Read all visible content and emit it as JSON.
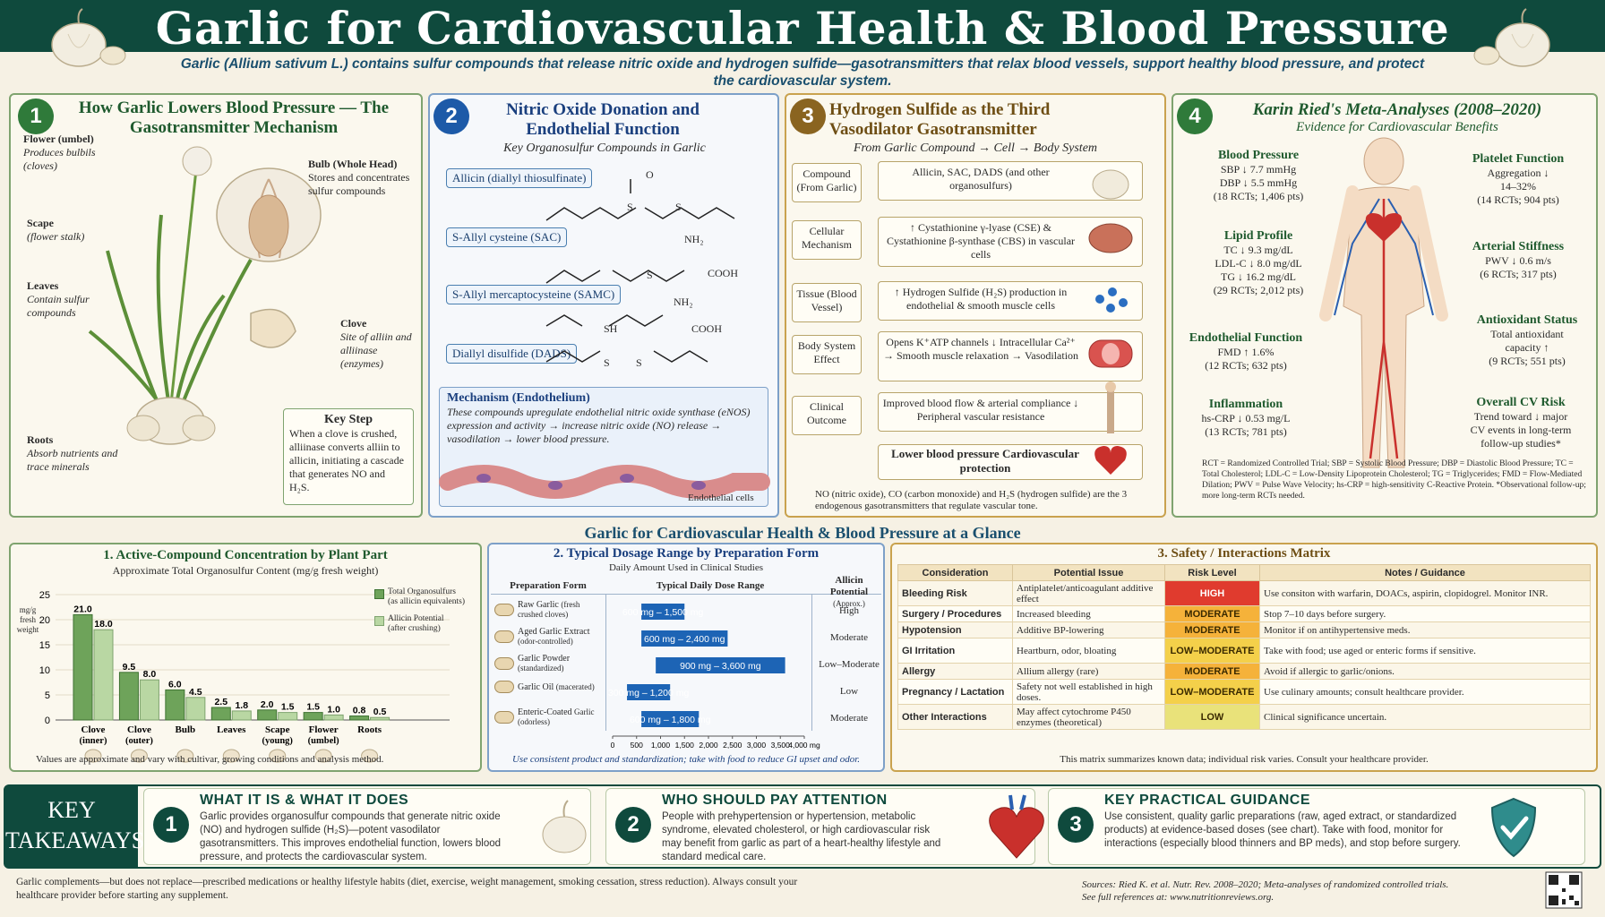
{
  "header": {
    "title": "Garlic for Cardiovascular Health & Blood Pressure",
    "subtitle": "Garlic (Allium sativum L.) contains sulfur compounds that release nitric oxide and hydrogen sulfide—gasotransmitters that relax blood vessels, support healthy blood pressure, and protect the cardiovascular system."
  },
  "panel1": {
    "num": "1",
    "title": "How Garlic Lowers Blood Pressure — The Gasotransmitter Mechanism",
    "labels": {
      "flower_t": "Flower (umbel)",
      "flower_d": "Produces bulbils (cloves)",
      "scape_t": "Scape",
      "scape_d": "(flower stalk)",
      "leaves_t": "Leaves",
      "leaves_d": "Contain sulfur compounds",
      "roots_t": "Roots",
      "roots_d": "Absorb nutrients and trace minerals",
      "bulb_t": "Bulb (Whole Head)",
      "bulb_d": "Stores and concentrates sulfur compounds",
      "clove_t": "Clove",
      "clove_d": "Site of alliin and alliinase (enzymes)"
    },
    "keystep_t": "Key Step",
    "keystep_d": "When a clove is crushed, alliinase converts alliin to allicin, initiating a cascade that generates NO and H₂S."
  },
  "panel2": {
    "num": "2",
    "title": "Nitric Oxide Donation and Endothelial Function",
    "subtitle": "Key Organosulfur Compounds in Garlic",
    "compounds": [
      "Allicin (diallyl thiosulfinate)",
      "S-Allyl cysteine (SAC)",
      "S-Allyl mercaptocysteine (SAMC)",
      "Diallyl disulfide (DADS)"
    ],
    "mech_t": "Mechanism (Endothelium)",
    "mech_d": "These compounds upregulate endothelial nitric oxide synthase (eNOS) expression and activity → increase nitric oxide (NO) release → vasodilation → lower blood pressure.",
    "cells": "Endothelial cells",
    "chem": {
      "s": "S",
      "o": "O",
      "nh2": "NH₂",
      "cooh": "COOH",
      "sh": "SH"
    }
  },
  "panel3": {
    "num": "3",
    "title": "Hydrogen Sulfide as the Third Vasodilator Gasotransmitter",
    "subtitle": "From Garlic Compound → Cell → Body System",
    "left": [
      "Compound (From Garlic)",
      "Cellular Mechanism",
      "Tissue (Blood Vessel)",
      "Body System Effect",
      "Clinical Outcome"
    ],
    "right": [
      "Allicin, SAC, DADS (and other organosulfurs)",
      "↑ Cystathionine γ-lyase (CSE) & Cystathionine β-synthase (CBS) in vascular cells",
      "↑ Hydrogen Sulfide (H₂S) production in endothelial & smooth muscle cells",
      "Opens K⁺ATP channels ↓ Intracellular Ca²⁺ → Smooth muscle relaxation → Vasodilation",
      "Improved blood flow & arterial compliance ↓ Peripheral vascular resistance",
      "Lower blood pressure Cardiovascular protection"
    ],
    "note": "NO (nitric oxide), CO (carbon monoxide) and H₂S (hydrogen sulfide) are the 3 endogenous gasotransmitters that regulate vascular tone."
  },
  "panel4": {
    "num": "4",
    "title": "Karin Ried's Meta-Analyses (2008–2020)",
    "subtitle": "Evidence for Cardiovascular Benefits",
    "left": [
      {
        "t": "Blood Pressure",
        "d": "SBP ↓ 7.7 mmHg\nDBP ↓ 5.5 mmHg\n(18 RCTs; 1,406 pts)"
      },
      {
        "t": "Lipid Profile",
        "d": "TC ↓ 9.3 mg/dL\nLDL-C ↓ 8.0 mg/dL\nTG ↓ 16.2 mg/dL\n(29 RCTs; 2,012 pts)"
      },
      {
        "t": "Endothelial Function",
        "d": "FMD ↑ 1.6%\n(12 RCTs; 632 pts)"
      },
      {
        "t": "Inflammation",
        "d": "hs-CRP ↓ 0.53 mg/L\n(13 RCTs; 781 pts)"
      }
    ],
    "right": [
      {
        "t": "Platelet Function",
        "d": "Aggregation ↓\n14–32%\n(14 RCTs; 904 pts)"
      },
      {
        "t": "Arterial Stiffness",
        "d": "PWV ↓ 0.6 m/s\n(6 RCTs; 317 pts)"
      },
      {
        "t": "Antioxidant Status",
        "d": "Total antioxidant\ncapacity ↑\n(9 RCTs; 551 pts)"
      },
      {
        "t": "Overall CV Risk",
        "d": "Trend toward ↓ major\nCV events in long-term\nfollow-up studies*"
      }
    ],
    "abbrev": "RCT = Randomized Controlled Trial; SBP = Systolic Blood Pressure; DBP = Diastolic Blood Pressure; TC = Total Cholesterol; LDL-C = Low-Density Lipoprotein Cholesterol; TG = Triglycerides; FMD = Flow-Mediated Dilation; PWV = Pulse Wave Velocity; hs-CRP = high-sensitivity C-Reactive Protein. *Observational follow-up; more long-term RCTs needed."
  },
  "glance_title": "Garlic for Cardiovascular Health & Blood Pressure at a Glance",
  "chart1": {
    "title": "1. Active-Compound Concentration by Plant Part",
    "subtitle": "Approximate Total Organosulfur Content (mg/g fresh weight)",
    "ylabel": "mg/g fresh weight",
    "footnote": "Values are approximate and vary with cultivar, growing conditions and analysis method.",
    "legend1": "Total Organosulfurs",
    "legend1b": "(as allicin equivalents)",
    "legend2": "Allicin Potential",
    "legend2b": "(after crushing)"
  },
  "chart2": {
    "title": "2. Typical Dosage Range by Preparation Form",
    "subtitle": "Daily Amount Used in Clinical Studies",
    "col1": "Preparation Form",
    "col2": "Typical Daily Dose Range",
    "col3": "Allicin Potential",
    "col3b": "(Approx.)",
    "rows": [
      {
        "name": "Raw Garlic",
        "sub": "(fresh crushed cloves)",
        "lo": "600 mg",
        "hi": "1,500 mg",
        "pot": "High"
      },
      {
        "name": "Aged Garlic Extract",
        "sub": "(odor-controlled)",
        "lo": "600 mg",
        "hi": "2,400 mg",
        "pot": "Moderate"
      },
      {
        "name": "Garlic Powder",
        "sub": "(standardized)",
        "lo": "900 mg",
        "hi": "3,600 mg",
        "pot": "Low–Moderate"
      },
      {
        "name": "Garlic Oil",
        "sub": "(macerated)",
        "lo": "300 mg",
        "hi": "1,200 mg",
        "pot": "Low"
      },
      {
        "name": "Enteric-Coated",
        "sub": "Garlic (odorless)",
        "lo": "600 mg",
        "hi": "1,800 mg",
        "pot": "Moderate"
      }
    ],
    "footnote": "Use consistent product and standardization; take with food to reduce GI upset and odor."
  },
  "table3": {
    "title": "3. Safety / Interactions Matrix",
    "headers": [
      "Consideration",
      "Potential Issue",
      "Risk Level",
      "Notes / Guidance"
    ],
    "rows": [
      {
        "c": "Bleeding Risk",
        "i": "Antiplatelet/anticoagulant additive effect",
        "r": "HIGH",
        "n": "Use consiton with warfarin, DOACs, aspirin, clopidogrel. Monitor INR."
      },
      {
        "c": "Surgery / Procedures",
        "i": "Increased bleeding",
        "r": "MODERATE",
        "n": "Stop 7–10 days before surgery."
      },
      {
        "c": "Hypotension",
        "i": "Additive BP-lowering",
        "r": "MODERATE",
        "n": "Monitor if on antihypertensive meds."
      },
      {
        "c": "GI Irritation",
        "i": "Heartburn, odor, bloating",
        "r": "LOW–MODERATE",
        "n": "Take with food; use aged or enteric forms if sensitive."
      },
      {
        "c": "Allergy",
        "i": "Allium allergy (rare)",
        "r": "MODERATE",
        "n": "Avoid if allergic to garlic/onions."
      },
      {
        "c": "Pregnancy / Lactation",
        "i": "Safety not well established in high doses.",
        "r": "LOW–MODERATE",
        "n": "Use culinary amounts; consult healthcare provider."
      },
      {
        "c": "Other Interactions",
        "i": "May affect cytochrome P450 enzymes (theoretical)",
        "r": "LOW",
        "n": "Clinical significance uncertain."
      }
    ],
    "footnote": "This matrix summarizes known data; individual risk varies. Consult your healthcare provider."
  },
  "takeaways": {
    "label1": "KEY",
    "label2": "TAKEAWAYS",
    "items": [
      {
        "num": "1",
        "t": "WHAT IT IS & WHAT IT DOES",
        "d": "Garlic provides organosulfur compounds that generate nitric oxide (NO) and hydrogen sulfide (H₂S)—potent vasodilator gasotransmitters. This improves endothelial function, lowers blood pressure, and protects the cardiovascular system."
      },
      {
        "num": "2",
        "t": "WHO SHOULD PAY ATTENTION",
        "d": "People with prehypertension or hypertension, metabolic syndrome, elevated cholesterol, or high cardiovascular risk may benefit from garlic as part of a heart-healthy lifestyle and standard medical care."
      },
      {
        "num": "3",
        "t": "KEY PRACTICAL GUIDANCE",
        "d": "Use consistent, quality garlic preparations (raw, aged extract, or standardized products) at evidence-based doses (see chart). Take with food, monitor for interactions (especially blood thinners and BP meds), and stop before surgery."
      }
    ]
  },
  "footer": {
    "disclaimer": "Garlic complements—but does not replace—prescribed medications or healthy lifestyle habits (diet, exercise, weight management, smoking cessation, stress reduction). Always consult your healthcare provider before starting any supplement.",
    "sources": "Sources: Ried K. et al. Nutr. Rev. 2008–2020; Meta-analyses of randomized controlled trials.",
    "refs": "See full references at: www.nutritionreviews.org."
  },
  "colors": {
    "header": "#0f4a3d",
    "bar_total": "#6ea35a",
    "bar_allicin": "#b9d7a3",
    "dose_bar": "#1d64b5",
    "high": "#e03b2e",
    "moderate": "#f5b23a",
    "lowmod": "#f4d04a",
    "low": "#e9e27a"
  },
  "chart_data": [
    {
      "type": "bar",
      "title": "1. Active-Compound Concentration by Plant Part",
      "subtitle": "Approximate Total Organosulfur Content (mg/g fresh weight)",
      "ylabel": "mg/g fresh weight",
      "categories": [
        "Clove (inner)",
        "Clove (outer)",
        "Bulb",
        "Leaves",
        "Scape (young)",
        "Flower (umbel)",
        "Roots"
      ],
      "series": [
        {
          "name": "Total Organosulfurs (as allicin equivalents)",
          "values": [
            21.0,
            9.5,
            6.0,
            2.5,
            2.0,
            1.5,
            0.8
          ]
        },
        {
          "name": "Allicin Potential (after crushing)",
          "values": [
            18.0,
            8.0,
            4.5,
            1.8,
            1.5,
            1.0,
            0.5
          ]
        }
      ],
      "ylim": [
        0,
        25
      ],
      "yticks": [
        0,
        5,
        10,
        15,
        20,
        25
      ],
      "labels_total": [
        "21.0",
        "9.5",
        "6.0",
        "2.5",
        "2.0",
        "1.5",
        "0.8"
      ],
      "labels_allicin": [
        "18.0",
        "8.0",
        "4.5",
        "1.8",
        "1.5",
        "1.0",
        "0.5"
      ]
    },
    {
      "type": "bar",
      "orientation": "horizontal-range",
      "title": "2. Typical Dosage Range by Preparation Form",
      "categories": [
        "Raw Garlic",
        "Aged Garlic Extract",
        "Garlic Powder",
        "Garlic Oil",
        "Enteric-Coated Garlic"
      ],
      "ranges": [
        [
          600,
          1500
        ],
        [
          600,
          2400
        ],
        [
          900,
          3600
        ],
        [
          300,
          1200
        ],
        [
          600,
          1800
        ]
      ],
      "xlim": [
        0,
        4000
      ],
      "xticks": [
        "0",
        "500",
        "1,000",
        "1,500",
        "2,000",
        "2,500",
        "3,000",
        "3,500",
        "4,000 mg"
      ]
    }
  ]
}
